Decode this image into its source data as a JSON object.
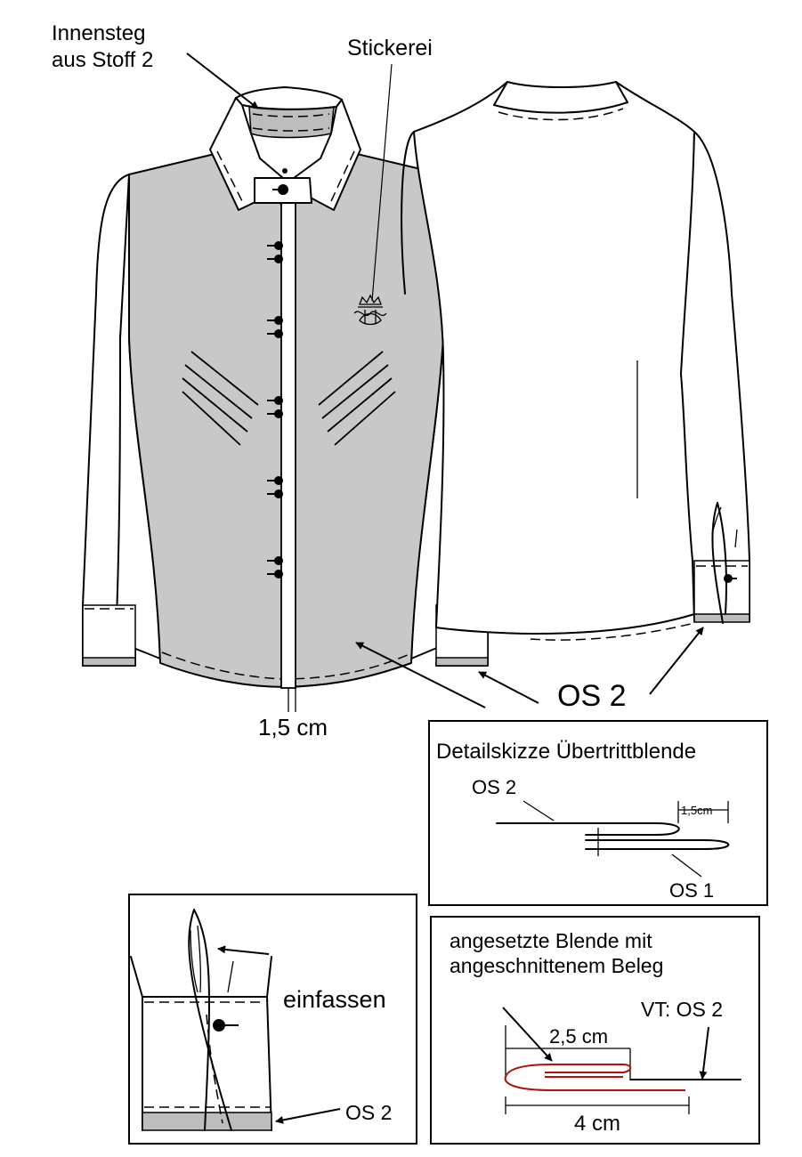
{
  "labels": {
    "innensteg_line1": "Innensteg",
    "innensteg_line2": "aus Stoff 2",
    "stickerei": "Stickerei",
    "placket_width": "1,5 cm",
    "os2_main": "OS 2",
    "detail_title": "Detailskizze Übertrittblende",
    "detail_os2": "OS 2",
    "detail_measure": "1,5cm",
    "detail_os1": "OS 1",
    "einfassen": "einfassen",
    "cuff_os2": "OS 2",
    "blende_line1": "angesetzte Blende mit",
    "blende_line2": "angeschnittenem Beleg",
    "vt_os2": "VT: OS 2",
    "blende_width": "2,5 cm",
    "blende_total": "4 cm"
  },
  "colors": {
    "contrast_fabric": "#c8c8c8",
    "outline": "#000000",
    "facing_red": "#b01010"
  }
}
